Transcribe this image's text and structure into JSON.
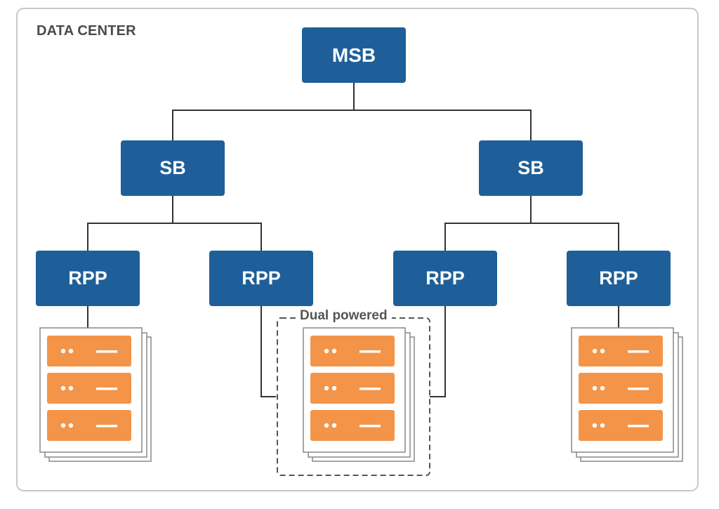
{
  "frame": {
    "title": "DATA CENTER"
  },
  "nodes": {
    "msb": "MSB",
    "sb_left": "SB",
    "sb_right": "SB",
    "rpp_1": "RPP",
    "rpp_2": "RPP",
    "rpp_3": "RPP",
    "rpp_4": "RPP"
  },
  "dual_powered": {
    "label": "Dual powered"
  },
  "colors": {
    "node_fill": "#1f5f99",
    "server_unit": "#f39449",
    "connector": "#333333",
    "frame_border": "#c8c8c8"
  },
  "icons": [
    "server-rack-icon"
  ]
}
